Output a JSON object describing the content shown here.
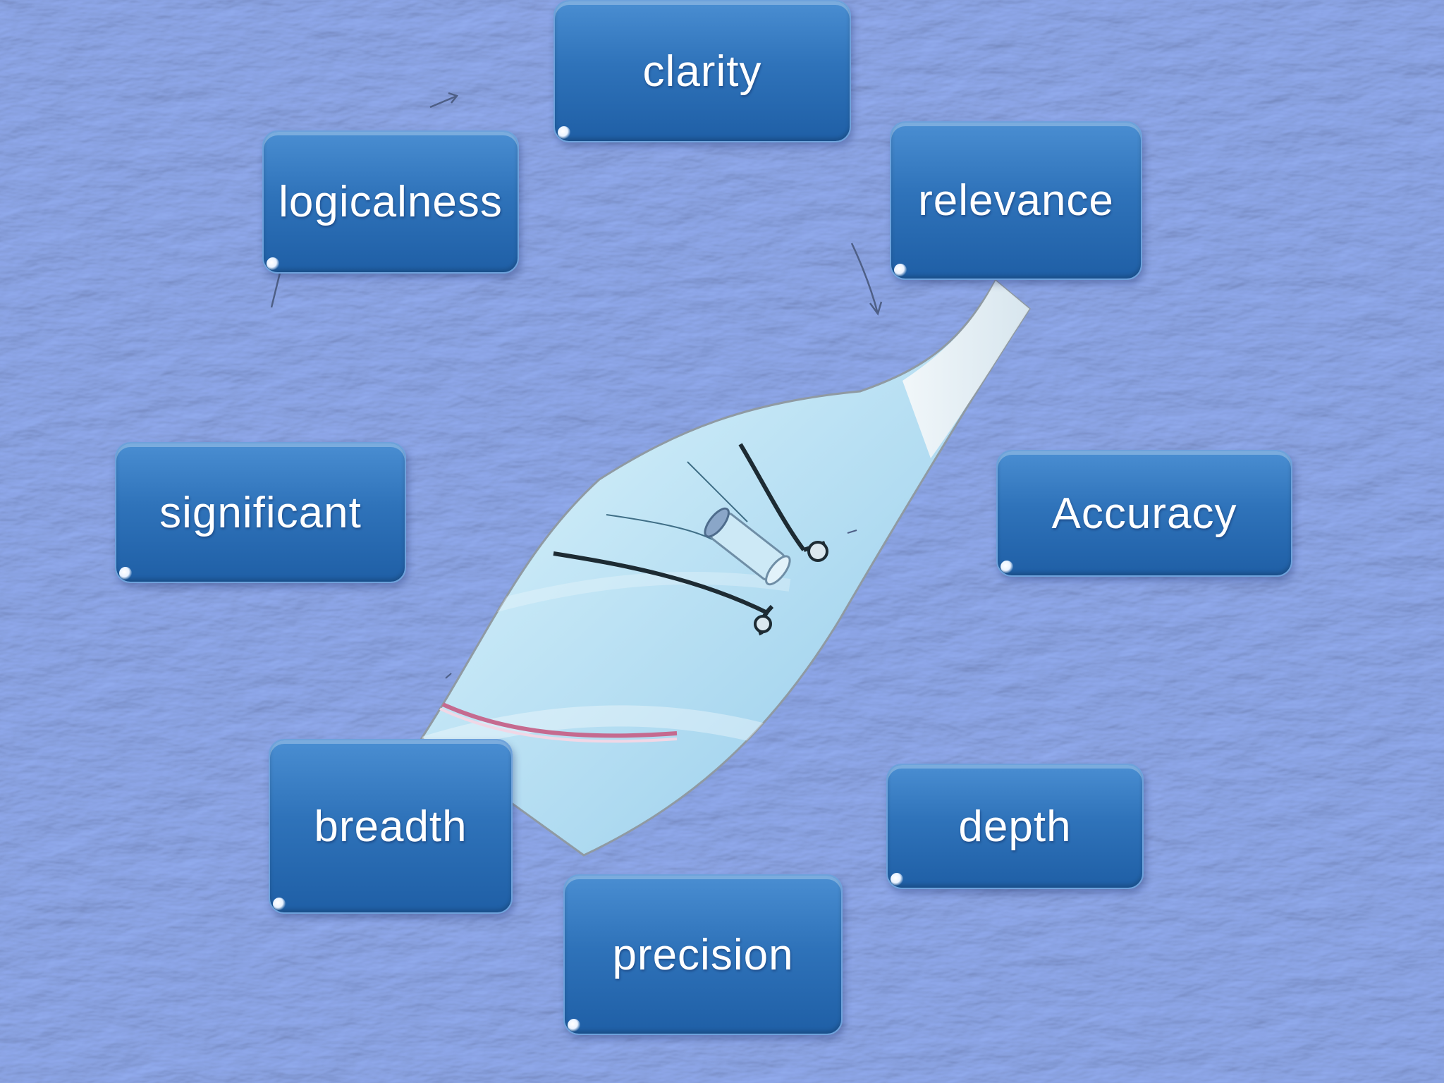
{
  "boxes": {
    "clarity": "clarity",
    "logicalness": "logicalness",
    "relevance": "relevance",
    "significant": "significant",
    "accuracy": "Accuracy",
    "breadth": "breadth",
    "depth": "depth",
    "precision": "precision"
  },
  "colors": {
    "background": "#a9bff3",
    "box_fill": "#2f73ba",
    "box_border": "#6ea2dc",
    "label_text": "#ffffff",
    "glass": "#bfe3f5"
  },
  "illustration": {
    "subject": "glass-tube-graphic"
  }
}
